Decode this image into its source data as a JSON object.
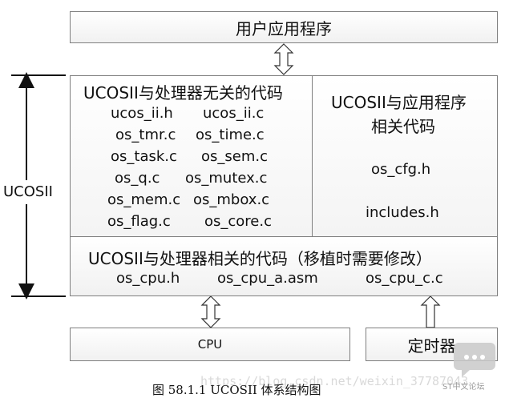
{
  "top_box": {
    "label": "用户应用程序"
  },
  "ucos_label": "UCOSII",
  "independent": {
    "title": "UCOSII与处理器无关的代码",
    "files": [
      [
        "ucos_ii.h",
        "ucos_ii.c"
      ],
      [
        "os_tmr.c",
        "os_time.c"
      ],
      [
        "os_task.c",
        "os_sem.c"
      ],
      [
        "os_q.c",
        "os_mutex.c"
      ],
      [
        "os_mem.c",
        "os_mbox.c"
      ],
      [
        "os_flag.c",
        "os_core.c"
      ]
    ]
  },
  "app_related": {
    "title_line1": "UCOSII与应用程序",
    "title_line2": "相关代码",
    "files": [
      "os_cfg.h",
      "includes.h"
    ]
  },
  "cpu_related": {
    "title": "UCOSII与处理器相关的代码（移植时需要修改）",
    "files": [
      "os_cpu.h",
      "os_cpu_a.asm",
      "os_cpu_c.c"
    ]
  },
  "cpu_box": {
    "label": "CPU"
  },
  "timer_box": {
    "label": "定时器"
  },
  "caption": "图 58.1.1 UCOSII 体系结构图",
  "watermark": "https://blog.csdn.net/weixin_37787043",
  "watermark_logo_text": "ST中文论坛"
}
